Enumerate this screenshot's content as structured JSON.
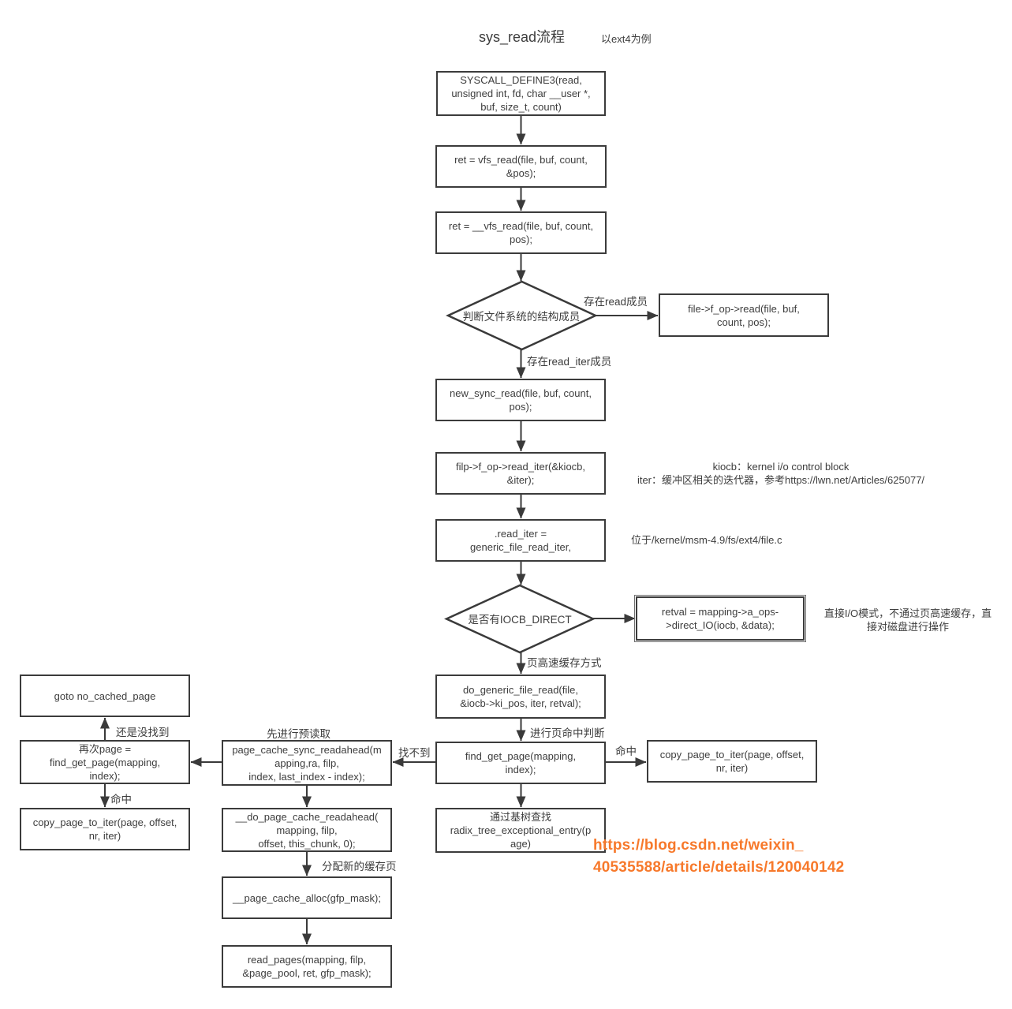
{
  "title": {
    "main": "sys_read流程",
    "sub": "以ext4为例"
  },
  "nodes": {
    "syscall": "SYSCALL_DEFINE3(read,\nunsigned int, fd, char __user *,\nbuf, size_t, count)",
    "vfs_read": "ret = vfs_read(file, buf, count,\n&pos);",
    "vfs_read2": "ret = __vfs_read(file, buf, count,\npos);",
    "fs_member_check": "判断文件系统的结构成员",
    "fop_read": "file->f_op->read(file, buf,\ncount, pos);",
    "new_sync_read": "new_sync_read(file, buf, count,\npos);",
    "read_iter_call": "filp->f_op->read_iter(&kiocb,\n&iter);",
    "read_iter_assign": ".read_iter =\ngeneric_file_read_iter,",
    "iocb_direct_check": "是否有IOCB_DIRECT",
    "direct_io": "retval = mapping->a_ops-\n>direct_IO(iocb, &data);",
    "do_generic": "do_generic_file_read(file,\n&iocb->ki_pos, iter, retval);",
    "find_get_page": "find_get_page(mapping,\nindex);",
    "copy_page_right": "copy_page_to_iter(page, offset,\nnr, iter)",
    "radix_lookup": "通过基树查找\nradix_tree_exceptional_entry(p\nage)",
    "sync_readahead": "page_cache_sync_readahead(m\napping,ra, filp,\nindex, last_index - index);",
    "do_readahead": "__do_page_cache_readahead(\nmapping, filp,\noffset, this_chunk, 0);",
    "page_cache_alloc": "__page_cache_alloc(gfp_mask);",
    "read_pages": "read_pages(mapping, filp,\n&page_pool, ret, gfp_mask);",
    "goto_no_cached": "goto no_cached_page",
    "retry_find": "再次page =\nfind_get_page(mapping,\nindex);",
    "copy_page_left": "copy_page_to_iter(page, offset,\nnr, iter)"
  },
  "edge_labels": {
    "exist_read": "存在read成员",
    "exist_read_iter": "存在read_iter成员",
    "page_cache_mode": "页高速缓存方式",
    "hit_check": "进行页命中判断",
    "hit_right": "命中",
    "not_found": "找不到",
    "readahead_first": "先进行预读取",
    "still_not_found": "还是没找到",
    "hit_left": "命中",
    "alloc_new_page": "分配新的缓存页"
  },
  "notes": {
    "kiocb_iter": "kiocb：kernel i/o control block\niter：缓冲区相关的迭代器，参考https://lwn.net/Articles/625077/",
    "location": "位于/kernel/msm-4.9/fs/ext4/file.c",
    "direct_io_note": "直接I/O模式，不通过页高速缓存，直\n接对磁盘进行操作"
  },
  "watermark": "https://blog.csdn.net/weixin_\n40535588/article/details/120040142",
  "colors": {
    "line": "#3a3a3a",
    "text": "#3d3d3d",
    "watermark": "#f7792b"
  }
}
